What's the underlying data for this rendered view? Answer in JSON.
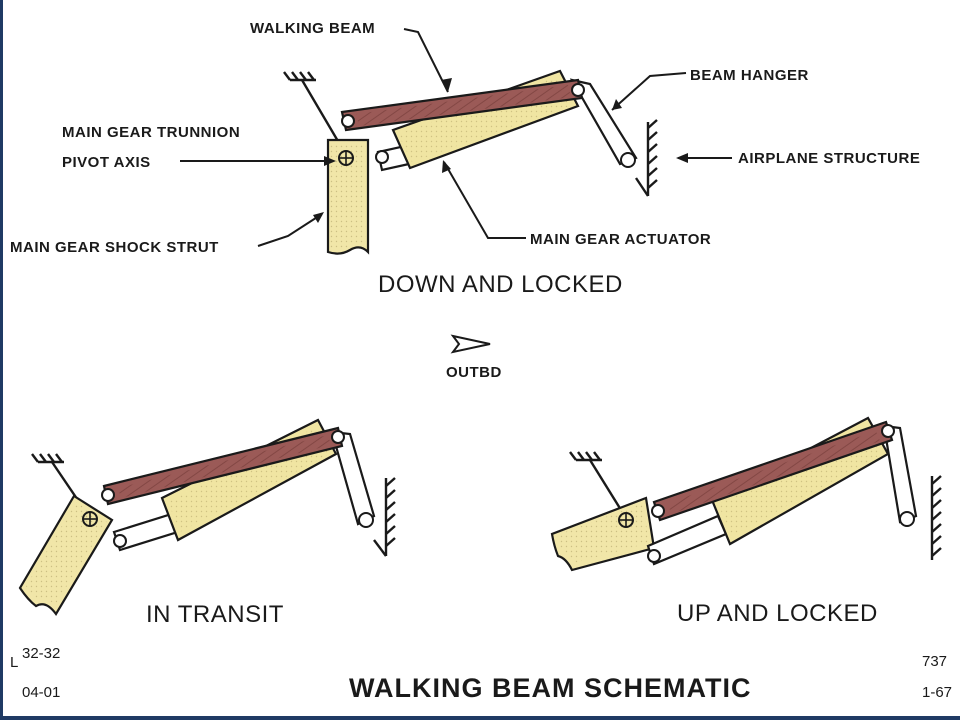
{
  "labels": {
    "walking_beam": "WALKING BEAM",
    "beam_hanger": "BEAM HANGER",
    "main_gear_trunnion": "MAIN GEAR TRUNNION",
    "pivot_axis": "PIVOT AXIS",
    "airplane_structure": "AIRPLANE STRUCTURE",
    "main_gear_shock_strut": "MAIN GEAR SHOCK STRUT",
    "main_gear_actuator": "MAIN GEAR ACTUATOR"
  },
  "captions": {
    "down_and_locked": "DOWN AND LOCKED",
    "in_transit": "IN TRANSIT",
    "up_and_locked": "UP AND LOCKED"
  },
  "direction": {
    "label": "OUTBD"
  },
  "footer": {
    "marker": "L",
    "ref_top": "32-32",
    "ref_bottom": "04-01",
    "title": "WALKING BEAM SCHEMATIC",
    "model": "737",
    "date": "1-67"
  },
  "colors": {
    "beam": "#9b5a57",
    "strut_and_actuator": "#f1e6a8",
    "frame_edge": "#1f3a64"
  }
}
